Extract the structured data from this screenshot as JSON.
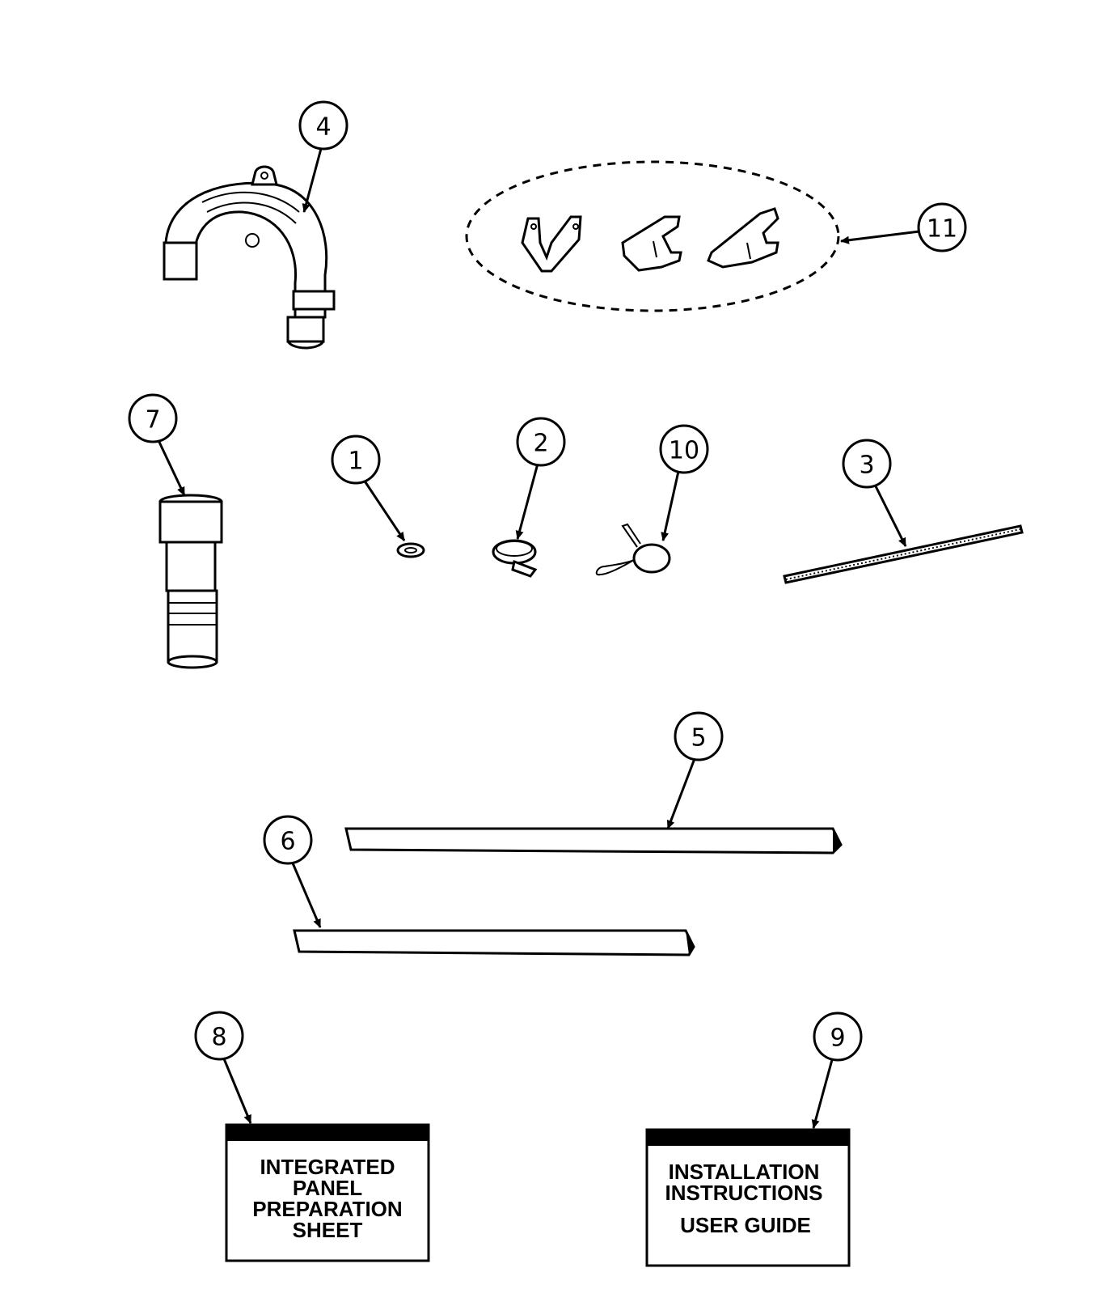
{
  "callouts": {
    "c1": "1",
    "c2": "2",
    "c3": "3",
    "c4": "4",
    "c5": "5",
    "c6": "6",
    "c7": "7",
    "c8": "8",
    "c9": "9",
    "c10": "10",
    "c11": "11"
  },
  "documents": {
    "panel_sheet": {
      "lines": [
        "INTEGRATED",
        "PANEL",
        "PREPARATION",
        "SHEET"
      ]
    },
    "install_guide": {
      "lines": [
        "INSTALLATION",
        "INSTRUCTIONS",
        "USER GUIDE"
      ]
    }
  },
  "colors": {
    "ink": "#000000",
    "paper": "#ffffff"
  }
}
